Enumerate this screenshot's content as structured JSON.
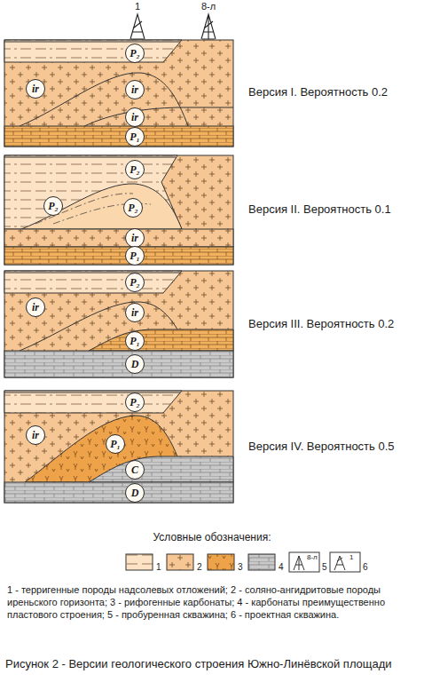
{
  "diagram": {
    "caption": "Рисунок 2 - Версии геологического строения Южно-Линёвской площади",
    "nodes": [
      {
        "text": [
          "P₂"
        ]
      },
      {
        "text": [
          "ir"
        ]
      },
      {
        "text": [
          "ir"
        ]
      },
      {
        "text": [
          "ir"
        ]
      },
      {
        "text": [
          "P₁"
        ]
      },
      {
        "text": [
          "P₂"
        ]
      },
      {
        "text": [
          "P₂"
        ]
      },
      {
        "text": [
          "P₂"
        ]
      },
      {
        "text": [
          "ir"
        ]
      },
      {
        "text": [
          "P₁"
        ]
      },
      {
        "text": [
          "P₂"
        ]
      },
      {
        "text": [
          "ir"
        ]
      },
      {
        "text": [
          "ir"
        ]
      },
      {
        "text": [
          "P₁"
        ]
      },
      {
        "text": [
          "D"
        ]
      },
      {
        "text": [
          "P₂"
        ]
      },
      {
        "text": [
          "ir"
        ]
      },
      {
        "text": [
          "P₁"
        ]
      },
      {
        "text": [
          "C"
        ]
      },
      {
        "text": [
          "D"
        ]
      }
    ],
    "labels": [
      "1",
      "8-л",
      "Версия I. Вероятность 0.2",
      "Версия II. Вероятность 0.1",
      "Версия III. Вероятность 0.2",
      "Версия IV. Вероятность 0.5",
      "Условные обозначения:",
      "8-л",
      "1",
      "1 - терригенные породы надсолевых отложений; 2 - соляно-ангидритовые породы иреньского горизонта; 3 - рифогенные карбонаты; 4 - карбонаты преимущественно пластового строения; 5 - пробуренная скважина; 6 - проектная скважина."
    ],
    "legend": [
      {
        "text": "1"
      },
      {
        "text": "2"
      },
      {
        "text": "3"
      },
      {
        "text": "4"
      },
      {
        "text": "5"
      },
      {
        "text": "6"
      }
    ]
  }
}
